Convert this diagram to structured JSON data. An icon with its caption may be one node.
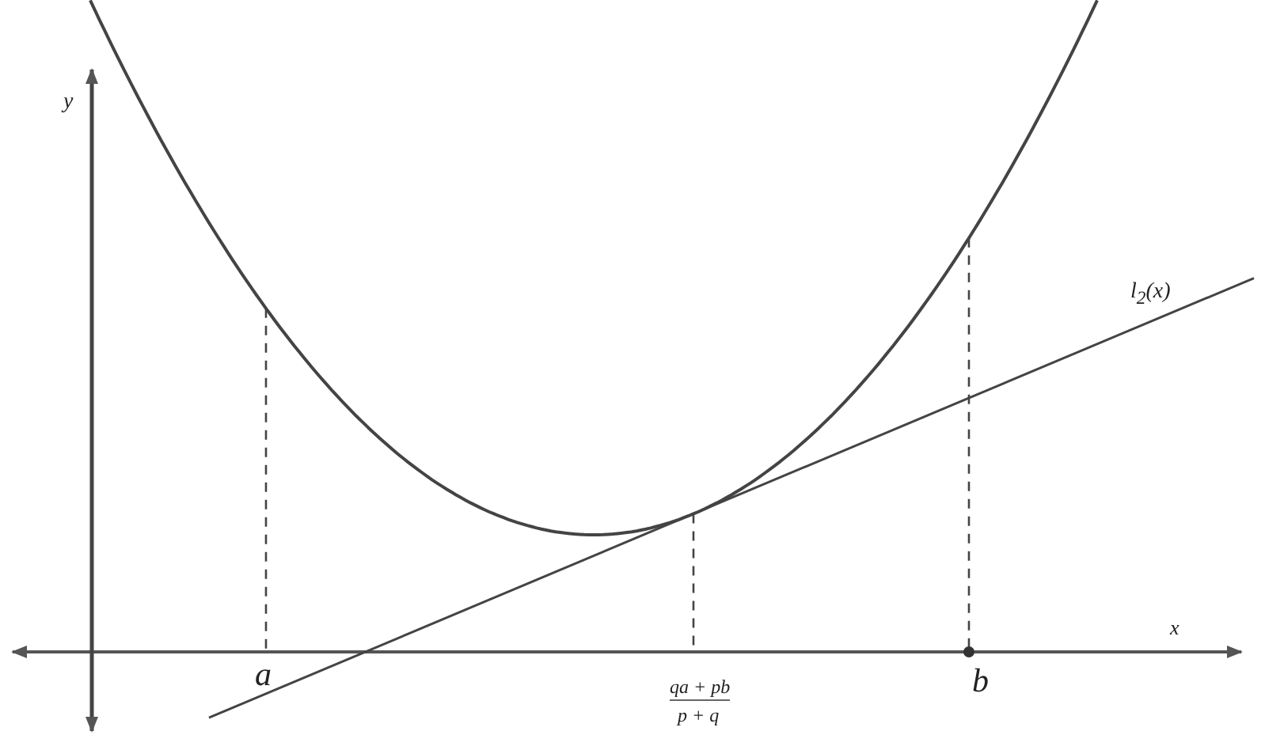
{
  "diagram": {
    "labels": [
      "y",
      "l$_{2}$(x)",
      "x",
      "a",
      "qa + pb",
      "p + q",
      "b"
    ]
  }
}
